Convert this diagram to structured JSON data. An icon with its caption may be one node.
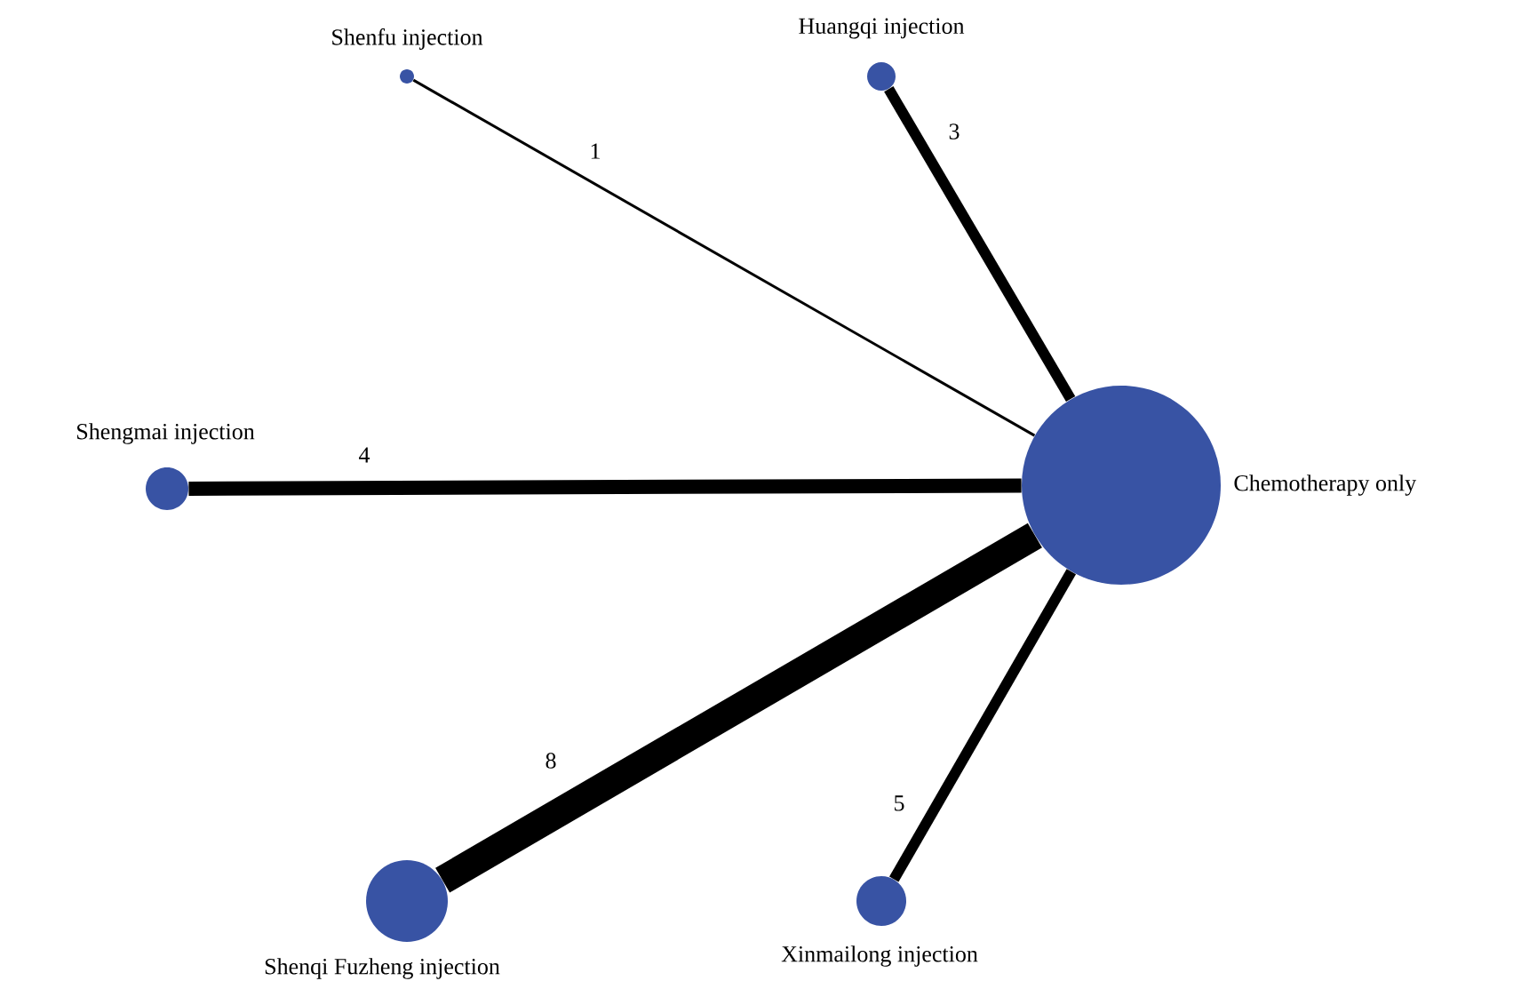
{
  "diagram": {
    "nodes": [
      {
        "text": [],
        "shape": "circle",
        "beside": [
          "Shenfu injection"
        ]
      },
      {
        "text": [],
        "shape": "circle",
        "beside": [
          "Huangqi injection"
        ]
      },
      {
        "text": [],
        "shape": "circle",
        "beside": [
          "Shengmai injection"
        ]
      },
      {
        "text": [],
        "shape": "circle",
        "beside": [
          "Chemotherapy only"
        ]
      },
      {
        "text": [],
        "shape": "circle",
        "beside": [
          "Shenqi Fuzheng injection"
        ]
      },
      {
        "text": [],
        "shape": "circle",
        "beside": [
          "Xinmailong injection"
        ]
      }
    ],
    "edges": [
      {
        "from": 0,
        "to": 3,
        "arrow": "none",
        "label": "1"
      },
      {
        "from": 1,
        "to": 3,
        "arrow": "none",
        "label": "3"
      },
      {
        "from": 2,
        "to": 3,
        "arrow": "none",
        "label": "4"
      },
      {
        "from": 4,
        "to": 3,
        "arrow": "none",
        "label": "8",
        "style": "thick"
      },
      {
        "from": 5,
        "to": 3,
        "arrow": "none",
        "label": "5"
      }
    ]
  }
}
